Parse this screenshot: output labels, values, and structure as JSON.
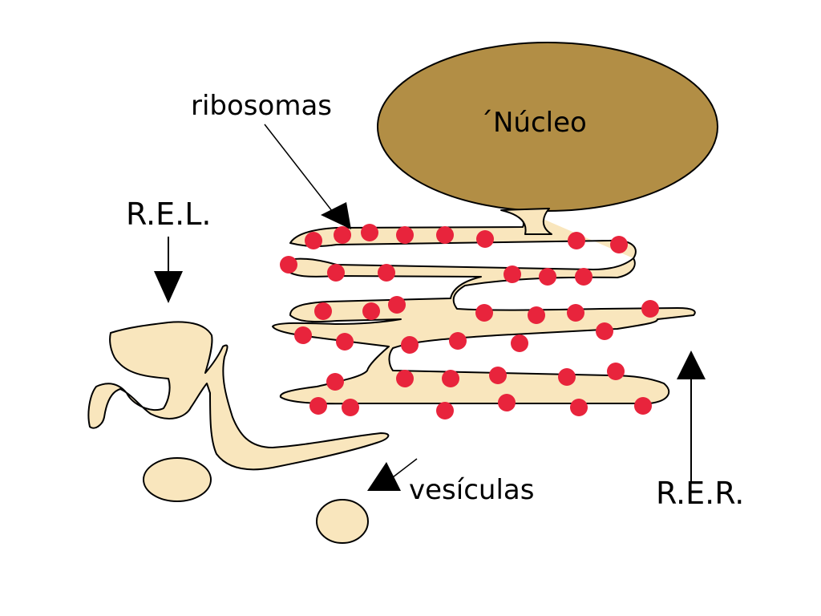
{
  "colors": {
    "nucleus_fill": "#b28e45",
    "er_fill": "#f9e6bd",
    "ribosome": "#e8243c",
    "outline": "#000000",
    "background": "#ffffff"
  },
  "labels": {
    "nucleus": "´Núcleo",
    "ribosomes": "ribosomas",
    "smooth_er": "R.E.L.",
    "rough_er": "R.E.R.",
    "vesicles": "vesículas"
  }
}
